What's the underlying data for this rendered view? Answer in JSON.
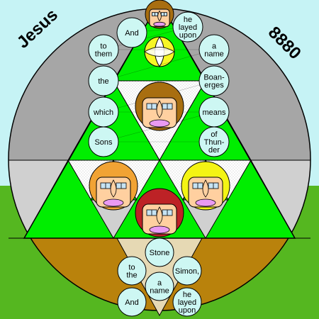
{
  "corner_left_text": "Jesus",
  "corner_right_text": "8880",
  "upper_chain": [
    {
      "id": "and",
      "lines": [
        "And"
      ]
    },
    {
      "id": "he-layed-upon",
      "lines": [
        "he",
        "layed",
        "upon"
      ]
    },
    {
      "id": "to-them",
      "lines": [
        "to",
        "them"
      ]
    },
    {
      "id": "a-name",
      "lines": [
        "a",
        "name"
      ]
    },
    {
      "id": "the",
      "lines": [
        "the"
      ]
    },
    {
      "id": "boanerges",
      "lines": [
        "Boan-",
        "erges"
      ]
    },
    {
      "id": "which",
      "lines": [
        "which"
      ]
    },
    {
      "id": "means",
      "lines": [
        "means"
      ]
    },
    {
      "id": "sons",
      "lines": [
        "Sons"
      ]
    },
    {
      "id": "of-thunder",
      "lines": [
        "of",
        "Thun-",
        "der"
      ]
    }
  ],
  "lower_chain": [
    {
      "id": "stone",
      "lines": [
        "Stone"
      ]
    },
    {
      "id": "to-the",
      "lines": [
        "to",
        "the"
      ]
    },
    {
      "id": "simon",
      "lines": [
        "Simon,"
      ]
    },
    {
      "id": "a-name",
      "lines": [
        "a",
        "name"
      ]
    },
    {
      "id": "and",
      "lines": [
        "And"
      ]
    },
    {
      "id": "he-layed-upon",
      "lines": [
        "he",
        "layed",
        "upon"
      ]
    }
  ],
  "faces": [
    {
      "id": "top",
      "hair": "brown"
    },
    {
      "id": "middle",
      "hair": "brown"
    },
    {
      "id": "left",
      "hair": "orange"
    },
    {
      "id": "right",
      "hair": "yellow"
    },
    {
      "id": "bottom",
      "hair": "red"
    }
  ],
  "colors": {
    "sky": "#c6f3f5",
    "field_green": "#55b720",
    "big_circle_gray": "#a6a6a6",
    "band_light_gray": "#d0d0d0",
    "earth_brown": "#b9820c",
    "triangle_green": "#00ee00",
    "chain_circle": "#cdf7f3",
    "skin": "#ffd0a0",
    "lips": "#ea9af3",
    "eyes": "#c6e3f3",
    "hair_brown": "#a86e10",
    "hair_orange": "#f1a334",
    "hair_yellow": "#f4f414",
    "hair_red": "#bd2226",
    "knot_yellow": "#f6f626"
  }
}
